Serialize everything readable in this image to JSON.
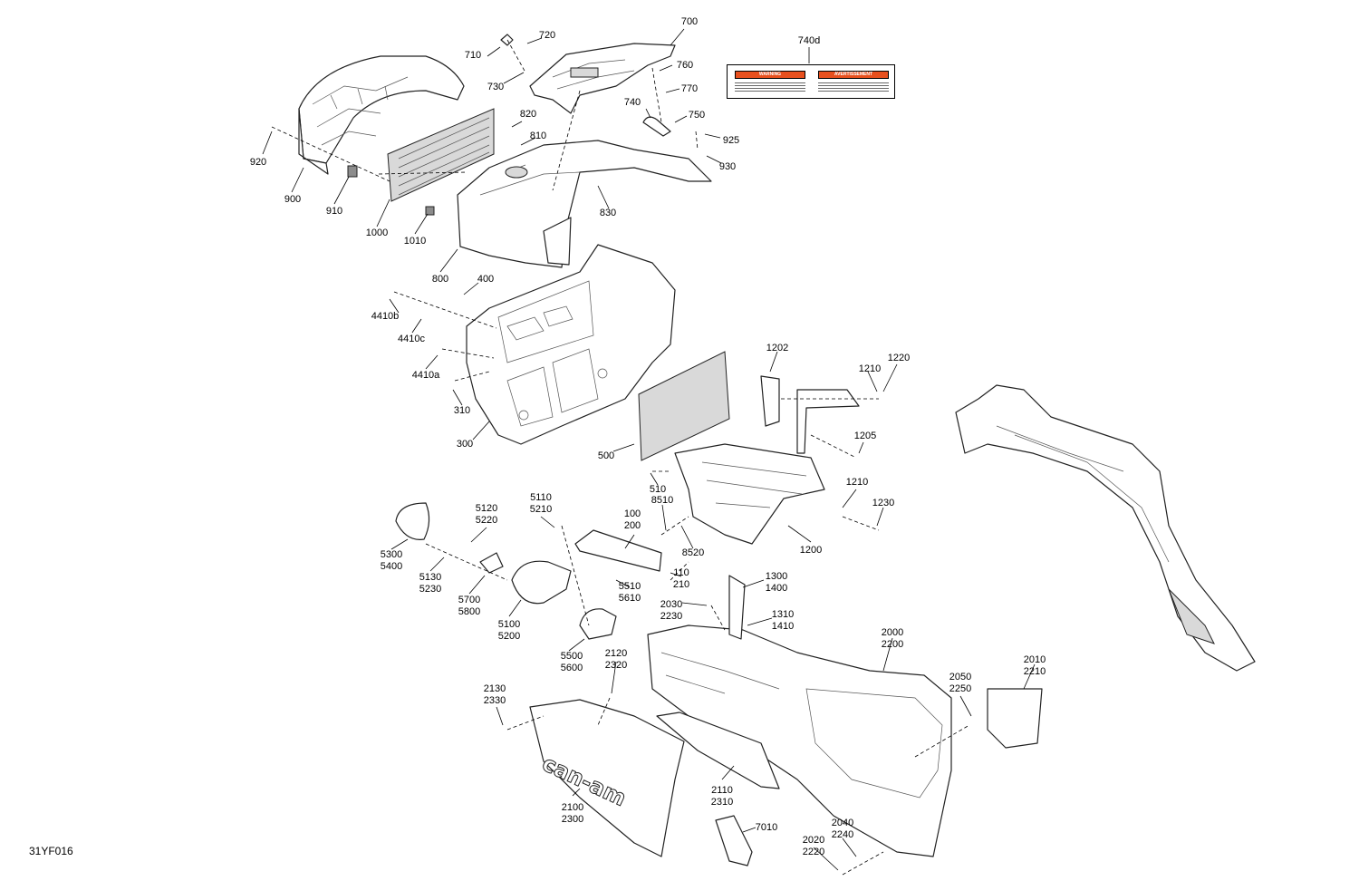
{
  "diagram": {
    "sheet_id": "31YF016",
    "callouts": [
      {
        "id": "c700",
        "text": "700"
      },
      {
        "id": "c720",
        "text": "720"
      },
      {
        "id": "c710",
        "text": "710"
      },
      {
        "id": "c730",
        "text": "730"
      },
      {
        "id": "c760",
        "text": "760"
      },
      {
        "id": "c770",
        "text": "770"
      },
      {
        "id": "c740",
        "text": "740"
      },
      {
        "id": "c750",
        "text": "750"
      },
      {
        "id": "c925",
        "text": "925"
      },
      {
        "id": "c930",
        "text": "930"
      },
      {
        "id": "c740d",
        "text": "740d"
      },
      {
        "id": "c820",
        "text": "820"
      },
      {
        "id": "c810",
        "text": "810"
      },
      {
        "id": "c830",
        "text": "830"
      },
      {
        "id": "c920",
        "text": "920"
      },
      {
        "id": "c900",
        "text": "900"
      },
      {
        "id": "c910",
        "text": "910"
      },
      {
        "id": "c1000",
        "text": "1000"
      },
      {
        "id": "c1010",
        "text": "1010"
      },
      {
        "id": "c800",
        "text": "800"
      },
      {
        "id": "c400",
        "text": "400"
      },
      {
        "id": "c4410b",
        "text": "4410b"
      },
      {
        "id": "c4410c",
        "text": "4410c"
      },
      {
        "id": "c4410a",
        "text": "4410a"
      },
      {
        "id": "c310",
        "text": "310"
      },
      {
        "id": "c300",
        "text": "300"
      },
      {
        "id": "c500",
        "text": "500"
      },
      {
        "id": "c510",
        "text": "510"
      },
      {
        "id": "c1202",
        "text": "1202"
      },
      {
        "id": "c1210a",
        "text": "1210"
      },
      {
        "id": "c1220",
        "text": "1220"
      },
      {
        "id": "c1205",
        "text": "1205"
      },
      {
        "id": "c1210b",
        "text": "1210"
      },
      {
        "id": "c1230",
        "text": "1230"
      },
      {
        "id": "c8510",
        "text": "8510"
      },
      {
        "id": "c8520",
        "text": "8520"
      },
      {
        "id": "c1200",
        "text": "1200"
      },
      {
        "id": "c5120",
        "text": "5120\n5220"
      },
      {
        "id": "c5110",
        "text": "5110\n5210"
      },
      {
        "id": "c100",
        "text": "100\n200"
      },
      {
        "id": "c5300",
        "text": "5300\n5400"
      },
      {
        "id": "c5130",
        "text": "5130\n5230"
      },
      {
        "id": "c5700",
        "text": "5700\n5800"
      },
      {
        "id": "c5100",
        "text": "5100\n5200"
      },
      {
        "id": "c5510",
        "text": "5510\n5610"
      },
      {
        "id": "c110",
        "text": "110\n210"
      },
      {
        "id": "c5500",
        "text": "5500\n5600"
      },
      {
        "id": "c1300",
        "text": "1300\n1400"
      },
      {
        "id": "c2030",
        "text": "2030\n2230"
      },
      {
        "id": "c1310",
        "text": "1310\n1410"
      },
      {
        "id": "c2000",
        "text": "2000\n2200"
      },
      {
        "id": "c2120",
        "text": "2120\n2320"
      },
      {
        "id": "c2130",
        "text": "2130\n2330"
      },
      {
        "id": "c2010",
        "text": "2010\n2210"
      },
      {
        "id": "c2050",
        "text": "2050\n2250"
      },
      {
        "id": "c2110",
        "text": "2110\n2310"
      },
      {
        "id": "c2100",
        "text": "2100\n2300"
      },
      {
        "id": "c7010",
        "text": "7010"
      },
      {
        "id": "c2040",
        "text": "2040\n2240"
      },
      {
        "id": "c2020",
        "text": "2020\n2220"
      }
    ],
    "warning_label": {
      "left_heading": "WARNING",
      "right_heading": "AVERTISSEMENT"
    },
    "logo_text": "can-am",
    "colors": {
      "line": "#222222",
      "label_accent": "#e8501e",
      "shade": "#d9d9d9"
    }
  }
}
